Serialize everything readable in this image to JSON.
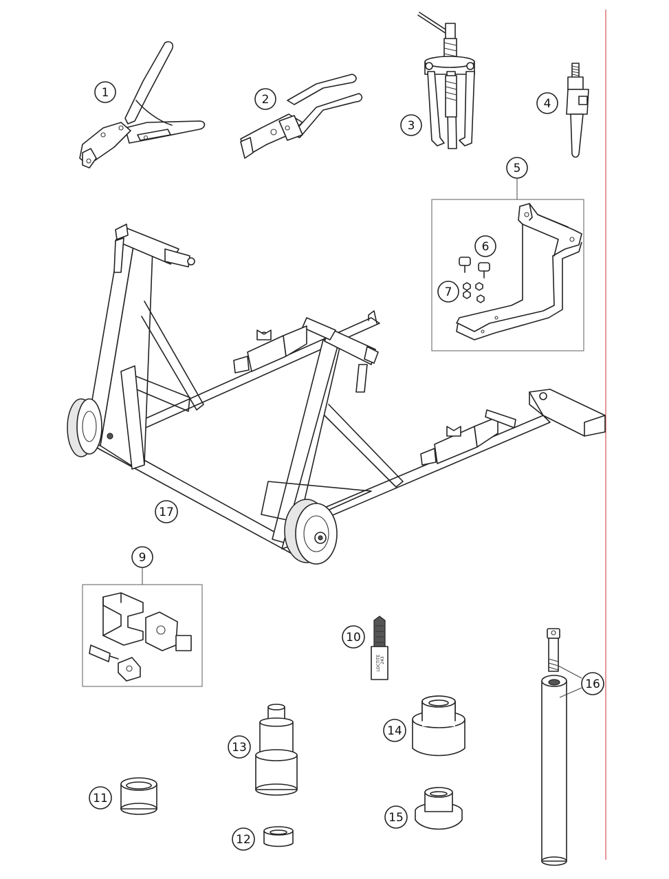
{
  "accent": {
    "margin_line_color": "#e07070",
    "line_color": "#222222"
  },
  "callouts": [
    {
      "id": "1",
      "label": "1"
    },
    {
      "id": "2",
      "label": "2"
    },
    {
      "id": "3",
      "label": "3"
    },
    {
      "id": "4",
      "label": "4"
    },
    {
      "id": "5",
      "label": "5"
    },
    {
      "id": "6",
      "label": "6"
    },
    {
      "id": "7",
      "label": "7"
    },
    {
      "id": "9",
      "label": "9"
    },
    {
      "id": "10",
      "label": "10"
    },
    {
      "id": "11",
      "label": "11"
    },
    {
      "id": "12",
      "label": "12"
    },
    {
      "id": "13",
      "label": "13"
    },
    {
      "id": "14",
      "label": "14"
    },
    {
      "id": "15",
      "label": "15"
    },
    {
      "id": "16",
      "label": "16"
    },
    {
      "id": "17",
      "label": "17"
    }
  ],
  "parts": {
    "loctite_tube": {
      "brand": "LOCTITE",
      "code": "243"
    }
  }
}
